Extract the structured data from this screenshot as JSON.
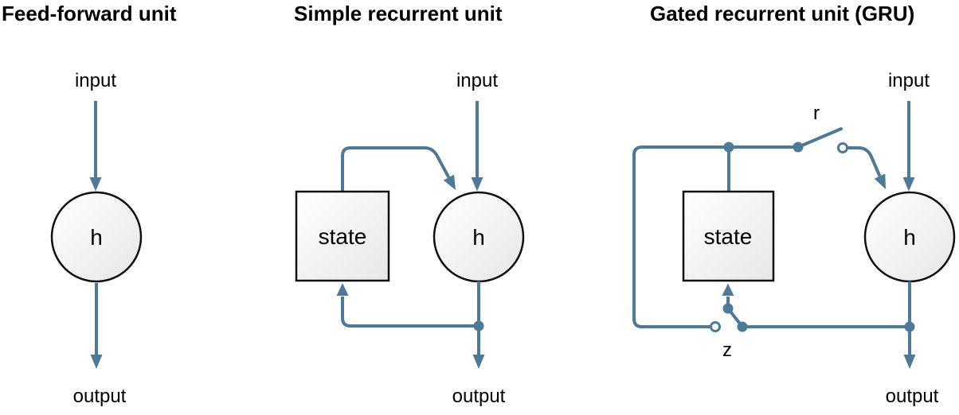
{
  "colors": {
    "line": "#4d7a99",
    "text": "#000000",
    "shape-stroke": "#111111",
    "shape-fill-start": "#ffffff",
    "shape-fill-end": "#e7e7e7",
    "bg": "#ffffff"
  },
  "panels": [
    {
      "title": "Feed-forward unit",
      "input_label": "input",
      "output_label": "output",
      "unit_label": "h"
    },
    {
      "title": "Simple recurrent unit",
      "input_label": "input",
      "output_label": "output",
      "unit_label": "h",
      "state_label": "state"
    },
    {
      "title": "Gated recurrent unit (GRU)",
      "input_label": "input",
      "output_label": "output",
      "unit_label": "h",
      "state_label": "state",
      "reset_gate_label": "r",
      "update_gate_label": "z"
    }
  ]
}
